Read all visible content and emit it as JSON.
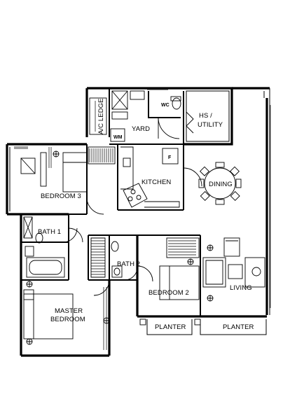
{
  "rooms": {
    "ac_ledge": "A/C LEDGE",
    "yard": "YARD",
    "wc": "WC",
    "wm": "WM",
    "hs_utility_line1": "HS /",
    "hs_utility_line2": "UTILITY",
    "fridge": "F",
    "kitchen": "KITCHEN",
    "dining": "DINING",
    "bedroom3": "BEDROOM 3",
    "bath1": "BATH 1",
    "bath2": "BATH 2",
    "bedroom2": "BEDROOM 2",
    "living": "LIVING",
    "master_line1": "MASTER",
    "master_line2": "BEDROOM",
    "planter_left": "PLANTER",
    "planter_right": "PLANTER"
  }
}
